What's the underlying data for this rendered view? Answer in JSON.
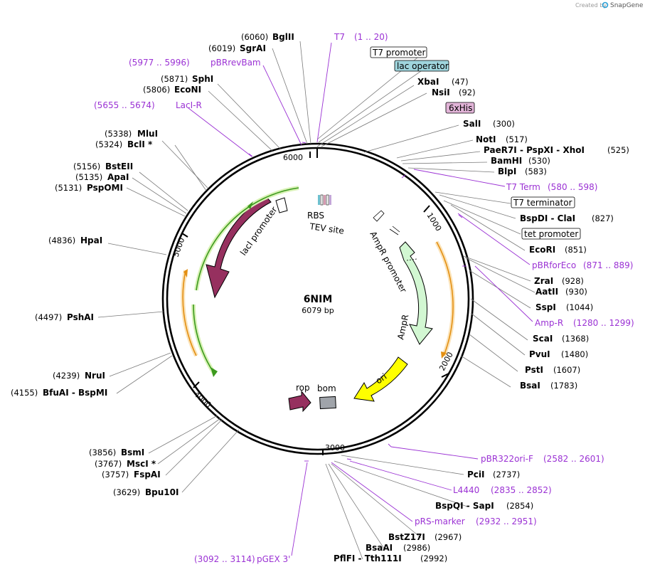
{
  "credit": {
    "created_by": "Created by",
    "brand": "SnapGene"
  },
  "plasmid": {
    "name": "6NIM",
    "size": "6079 bp"
  },
  "ticks": [
    "1000",
    "2000",
    "3000",
    "4000",
    "5000",
    "6000"
  ],
  "enzymes": [
    {
      "name": "BglII",
      "pos": "(6060)"
    },
    {
      "name": "SgrAI",
      "pos": "(6019)"
    },
    {
      "name": "SphI",
      "pos": "(5871)"
    },
    {
      "name": "EcoNI",
      "pos": "(5806)"
    },
    {
      "name": "MluI",
      "pos": "(5338)"
    },
    {
      "name": "BclI *",
      "pos": "(5324)"
    },
    {
      "name": "BstEII",
      "pos": "(5156)"
    },
    {
      "name": "ApaI",
      "pos": "(5135)"
    },
    {
      "name": "PspOMI",
      "pos": "(5131)"
    },
    {
      "name": "HpaI",
      "pos": "(4836)"
    },
    {
      "name": "PshAI",
      "pos": "(4497)"
    },
    {
      "name": "NruI",
      "pos": "(4239)"
    },
    {
      "name": "BfuAI - BspMI",
      "pos": "(4155)"
    },
    {
      "name": "BsmI",
      "pos": "(3856)"
    },
    {
      "name": "MscI *",
      "pos": "(3767)"
    },
    {
      "name": "FspAI",
      "pos": "(3757)"
    },
    {
      "name": "Bpu10I",
      "pos": "(3629)"
    },
    {
      "name": "XbaI",
      "pos": "(47)"
    },
    {
      "name": "NsiI",
      "pos": "(92)"
    },
    {
      "name": "SalI",
      "pos": "(300)"
    },
    {
      "name": "NotI",
      "pos": "(517)"
    },
    {
      "name": "PaeR7I - PspXI - XhoI",
      "pos": "(525)"
    },
    {
      "name": "BamHI",
      "pos": "(530)"
    },
    {
      "name": "BlpI",
      "pos": "(583)"
    },
    {
      "name": "BspDI - ClaI",
      "pos": "(827)"
    },
    {
      "name": "EcoRI",
      "pos": "(851)"
    },
    {
      "name": "ZraI",
      "pos": "(928)"
    },
    {
      "name": "AatII",
      "pos": "(930)"
    },
    {
      "name": "SspI",
      "pos": "(1044)"
    },
    {
      "name": "ScaI",
      "pos": "(1368)"
    },
    {
      "name": "PvuI",
      "pos": "(1480)"
    },
    {
      "name": "PstI",
      "pos": "(1607)"
    },
    {
      "name": "BsaI",
      "pos": "(1783)"
    },
    {
      "name": "PciI",
      "pos": "(2737)"
    },
    {
      "name": "BspQI - SapI",
      "pos": "(2854)"
    },
    {
      "name": "BstZ17I",
      "pos": "(2967)"
    },
    {
      "name": "BsaAI",
      "pos": "(2986)"
    },
    {
      "name": "PflFI - Tth111I",
      "pos": "(2992)"
    }
  ],
  "primers": [
    {
      "name": "T7",
      "range": "(1 .. 20)"
    },
    {
      "name": "pBRrevBam",
      "range": "(5977 .. 5996)"
    },
    {
      "name": "LacI-R",
      "range": "(5655 .. 5674)"
    },
    {
      "name": "T7 Term",
      "range": "(580 .. 598)"
    },
    {
      "name": "pBRforEco",
      "range": "(871 .. 889)"
    },
    {
      "name": "Amp-R",
      "range": "(1280 .. 1299)"
    },
    {
      "name": "pBR322ori-F",
      "range": "(2582 .. 2601)"
    },
    {
      "name": "L4440",
      "range": "(2835 .. 2852)"
    },
    {
      "name": "pRS-marker",
      "range": "(2932 .. 2951)"
    },
    {
      "name": "pGEX 3'",
      "range": "(3092 .. 3114)"
    }
  ],
  "boxed_features": [
    {
      "name": "T7 promoter"
    },
    {
      "name": "lac operator"
    },
    {
      "name": "6xHis"
    },
    {
      "name": "T7 terminator"
    },
    {
      "name": "tet promoter"
    }
  ],
  "features": {
    "lacI": "lacI",
    "lacI_promoter": "lacI promoter",
    "AmpR": "AmpR",
    "AmpR_promoter": "AmpR promoter",
    "ori": "ori",
    "rop": "rop",
    "bom": "bom",
    "RBS": "RBS",
    "TEV": "TEV site"
  },
  "colors": {
    "primer": "#9b32d4",
    "lacI": "#96305f",
    "green_arrow": "#3c9a1e",
    "green_glow": "#d9f2b6",
    "orange_arrow": "#e38f12",
    "orange_glow": "#fbe3b8",
    "AmpR": "#d2f7d2",
    "ori": "#ffff00",
    "rop": "#96305f",
    "bom": "#a0a4aa",
    "lac_operator_box": "#9fd5dd",
    "his_box": "#e2b4d8"
  }
}
